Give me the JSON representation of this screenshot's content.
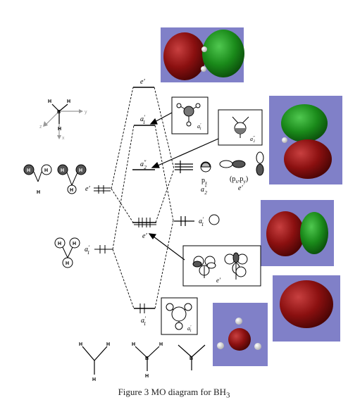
{
  "figure": {
    "caption_main": "Figure 3 MO diagram for BH",
    "caption_sub": "3"
  },
  "axis_labels": {
    "x": "x",
    "y": "y",
    "z": "z",
    "b": "B",
    "h": "H"
  },
  "levels": [
    {
      "id": "e-star",
      "sym": "e",
      "prime": "′",
      "sub": "",
      "star": false
    },
    {
      "id": "a1-star",
      "sym": "a",
      "prime": "′",
      "sub": "1"
    },
    {
      "id": "a2-double",
      "sym": "a",
      "prime": "″",
      "sub": "2"
    },
    {
      "id": "e-bond",
      "sym": "e",
      "prime": "′",
      "sub": ""
    },
    {
      "id": "a1-bond",
      "sym": "a",
      "prime": "′",
      "sub": "1"
    }
  ],
  "boron_ao": {
    "pz_label": "p",
    "pz_sub": "z",
    "pz_sym": "a",
    "pz_sym_prime": "″",
    "pz_sym_sub": "2",
    "pxy_label": "(p",
    "pxy_sub1": "x",
    "pxy_mid": ",p",
    "pxy_sub2": "y",
    "pxy_end": ")",
    "pxy_sym": "e",
    "pxy_sym_prime": "′",
    "s_sym": "a",
    "s_sym_prime": "′",
    "s_sym_sub": "1"
  },
  "salc": {
    "e_sym": "e",
    "e_prime": "′",
    "a1_sym": "a",
    "a1_prime": "′",
    "a1_sub": "1"
  },
  "inset_labels": {
    "a1_top": {
      "sym": "a",
      "prime": "′",
      "sub": "1"
    },
    "a2_top": {
      "sym": "a",
      "prime": "″",
      "sub": "2"
    },
    "e_box": {
      "sym": "e",
      "prime": "′"
    },
    "a1_bottom": {
      "sym": "a",
      "prime": "′",
      "sub": "1"
    }
  },
  "colors": {
    "panel_bg": "#8080c8",
    "lobe_red": "#8b1010",
    "lobe_green": "#1a8a1a",
    "line": "#000000"
  }
}
